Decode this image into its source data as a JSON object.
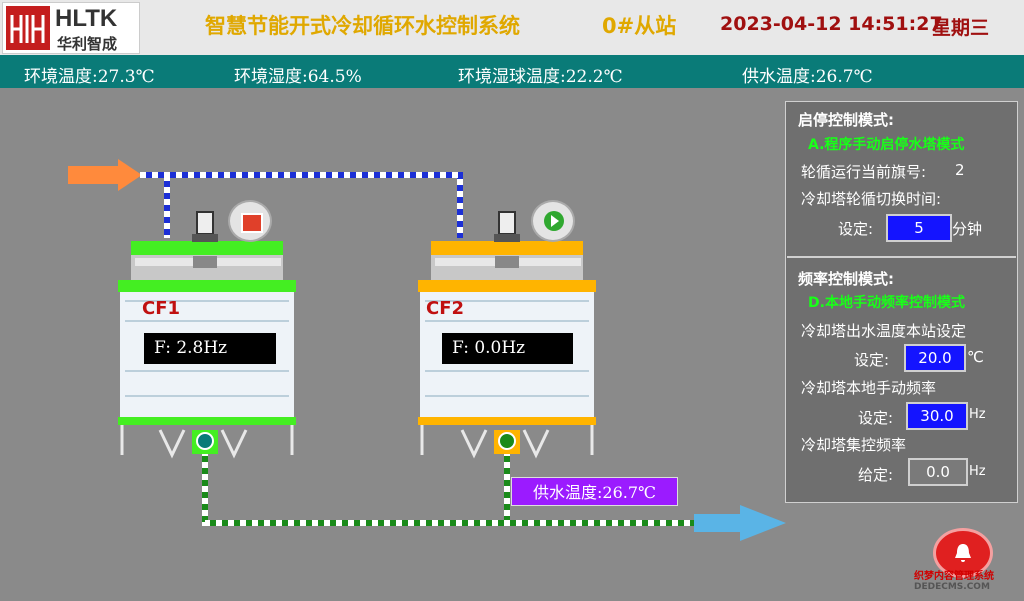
{
  "header": {
    "logo_text": "HLTK",
    "logo_sub": "华利智成",
    "title": "智慧节能开式冷却循环水控制系统",
    "station": "0#从站",
    "datetime": "2023-04-12 14:51:27",
    "weekday": "星期三"
  },
  "env": {
    "temp": "环境温度:27.3℃",
    "humidity": "环境湿度:64.5%",
    "wet_bulb": "环境湿球温度:22.2℃",
    "supply_temp": "供水温度:26.7℃"
  },
  "towers": [
    {
      "label": "CF1",
      "freq": "F: 2.8Hz",
      "state": "stopped",
      "color": "#44ee22"
    },
    {
      "label": "CF2",
      "freq": "F: 0.0Hz",
      "state": "running",
      "color": "#ffb400"
    }
  ],
  "supply_label": "供水温度:26.7℃",
  "panel": {
    "start_stop": {
      "heading": "启停控制模式:",
      "mode": "A.程序手动启停水塔模式",
      "rotation_label": "轮循运行当前旗号:",
      "rotation_value": "2",
      "switch_time_label": "冷却塔轮循切换时间:",
      "set_label": "设定:",
      "set_value": "5",
      "set_unit": "分钟"
    },
    "frequency": {
      "heading": "频率控制模式:",
      "mode": "D.本地手动频率控制模式",
      "outlet_label": "冷却塔出水温度本站设定",
      "outlet_set_label": "设定:",
      "outlet_value": "20.0",
      "outlet_unit": "℃",
      "manual_label": "冷却塔本地手动频率",
      "manual_set_label": "设定:",
      "manual_value": "30.0",
      "manual_unit": "Hz",
      "central_label": "冷却塔集控频率",
      "central_set_label": "给定:",
      "central_value": "0.0",
      "central_unit": "Hz"
    }
  },
  "watermark": "织梦内容管理系统",
  "watermark_sub": "DEDECMS.COM",
  "colors": {
    "accent": "#0a7b78",
    "value_box": "#1414ff",
    "mode_text": "#18ff18",
    "supply_box": "#9b1bff"
  }
}
